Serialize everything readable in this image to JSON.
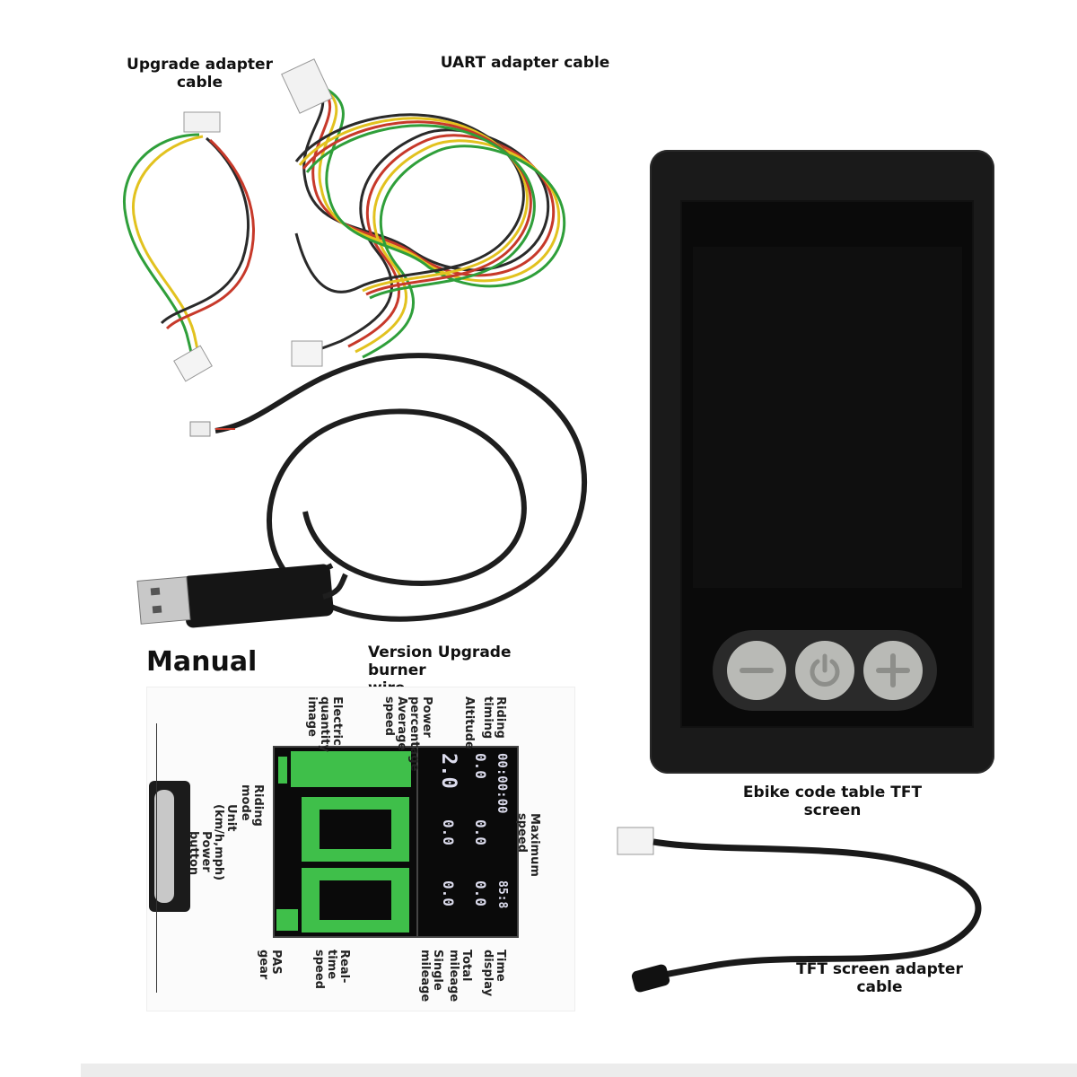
{
  "labels": {
    "upgrade_adapter": "Upgrade adapter\ncable",
    "uart_adapter": "UART adapter cable",
    "burner_wire": "Version Upgrade burner\nwire",
    "manual": "Manual",
    "tft_screen": "Ebike code table TFT\nscreen",
    "tft_adapter": "TFT screen adapter\ncable"
  },
  "manual": {
    "top_labels": [
      "Electric quantity image",
      "Power percentage",
      "Average speed",
      "Riding timing",
      "Altitude"
    ],
    "side_labels": [
      "Riding mode",
      "Unit (km/h,mph)",
      "Power button",
      "Maximum speed"
    ],
    "bottom_labels": [
      "PAS gear",
      "Real-time speed",
      "Single mileage",
      "Total mileage",
      "Time display"
    ],
    "readouts": {
      "riding_timing": "00:00:00",
      "altitude": "0.0",
      "power_percentage": "2.0",
      "average_speed": "0.0",
      "max_speed": "0.0",
      "time": "85:8",
      "total_mileage": "0.0",
      "single_mileage": "0.0"
    }
  },
  "colors": {
    "green": "#3fbf4a",
    "screen_bg": "#0a0a0a",
    "device_body": "#1a1a1a",
    "button_gray": "#b9bab6"
  },
  "icons": [
    "minus-icon",
    "power-icon",
    "plus-icon",
    "usb-plug-icon"
  ]
}
